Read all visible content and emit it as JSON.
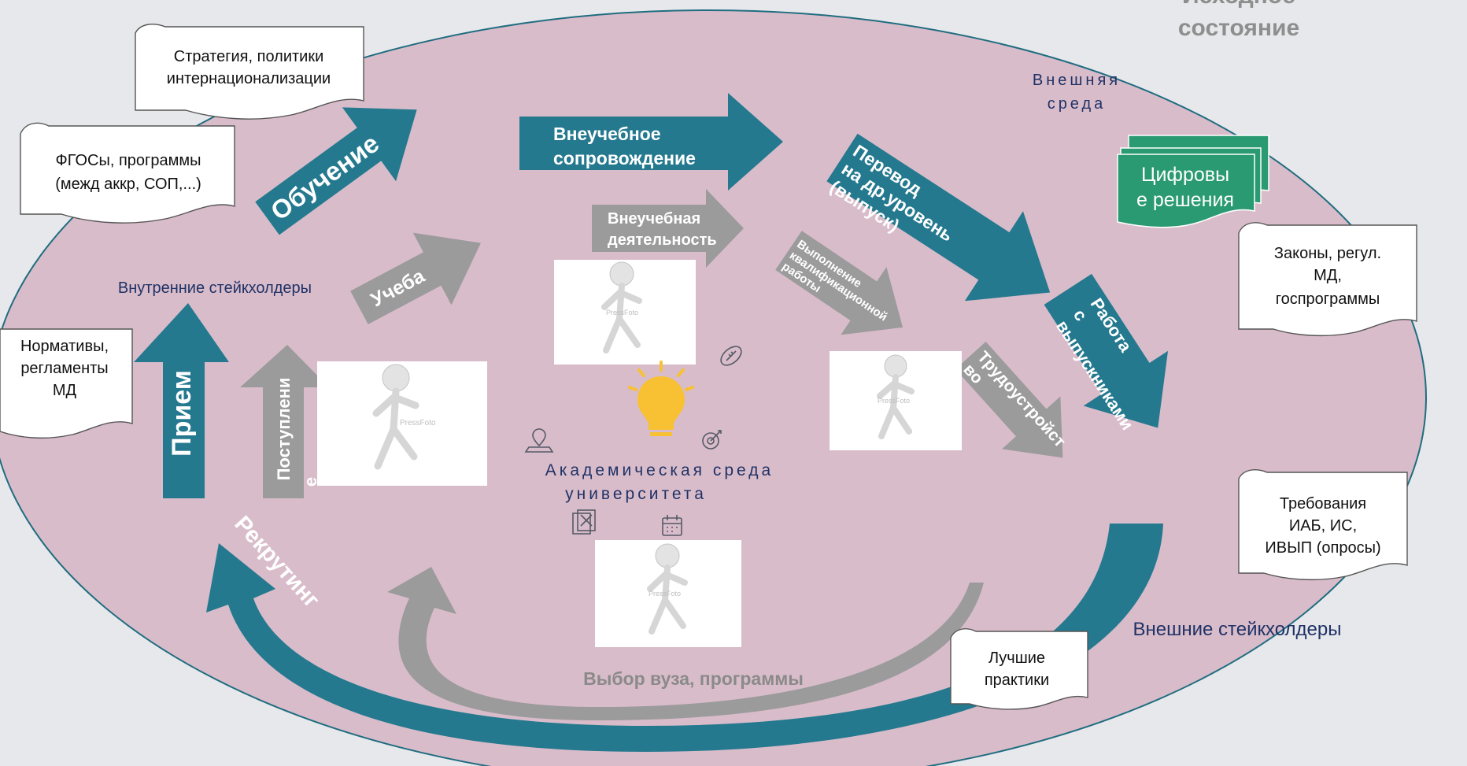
{
  "header": {
    "title_line1": "Исходное",
    "title_line2": "состояние"
  },
  "environment": {
    "external_line1": "Внешняя",
    "external_line2": "среда",
    "academic_line1": "Академическая среда",
    "academic_line2": "университета",
    "internal_stakeholders": "Внутренние стейкхолдеры",
    "external_stakeholders": "Внешние стейкхолдеры"
  },
  "documents": {
    "strategy": [
      "Стратегия, политики",
      "интернационализации"
    ],
    "fgos": [
      "ФГОСы, программы",
      "(межд аккр, СОП,...)"
    ],
    "norms": [
      "Нормативы,",
      "регламенты",
      "МД"
    ],
    "laws": [
      "Законы, регул.",
      "МД,",
      "госпрограммы"
    ],
    "requirements": [
      "Требования",
      "ИАБ, ИС,",
      "ИВЫП (опросы)"
    ],
    "practices": [
      "Лучшие",
      "практики"
    ]
  },
  "digital": [
    "Цифровы",
    "е решения"
  ],
  "arrows": {
    "obuchenie": "Обучение",
    "ucheba": "Учеба",
    "vneuchebnoe_soprovozhdenie": [
      "Внеучебное",
      "сопровождение"
    ],
    "vneuchebnaya_deyatelnost": [
      "Внеучебная",
      "деятельность"
    ],
    "perevod": [
      "Перевод",
      "на др.уровень",
      "(выпуск)"
    ],
    "vypolnenie": [
      "Выполнение",
      "квалификационной",
      "работы"
    ],
    "rabota_s_vypusknikami": [
      "Работа",
      "с",
      "выпускниками"
    ],
    "trudoustroistvo": [
      "Трудоустройст",
      "во"
    ],
    "priem": "Прием",
    "postuplenie": [
      "Поступлени",
      "е"
    ],
    "rekruting": "Рекрутинг",
    "vybor": "Выбор вуза, программы"
  },
  "photo_watermark": "PressFoto",
  "colors": {
    "background": "#e7e8eb",
    "ellipse": "#d9bcca",
    "teal": "#24798f",
    "gray_arrow": "#9b9b9b",
    "green_doc": "#2a9a72",
    "title_gray": "#8e8e8e",
    "navy_text": "#1f3266",
    "bulb": "#f7c133"
  }
}
